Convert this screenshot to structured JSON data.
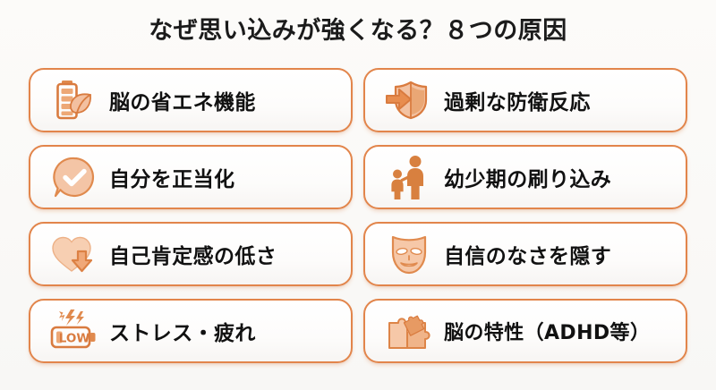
{
  "page": {
    "background_color": "#fbfaf8",
    "accent_color": "#e2854b",
    "icon_fill_light": "#f6c9a8",
    "icon_stroke": "#d97b3f",
    "text_color": "#111111"
  },
  "header": {
    "title": "なぜ思い込みが強くなる？８つの原因"
  },
  "cards": [
    {
      "id": "brain-energy-saving",
      "label": "脳の省エネ機能",
      "icon": "battery-leaf-icon"
    },
    {
      "id": "excessive-defense",
      "label": "過剰な防衛反応",
      "icon": "shield-arrow-icon"
    },
    {
      "id": "self-justification",
      "label": "自分を正当化",
      "icon": "speech-bubble-check-icon"
    },
    {
      "id": "childhood-imprinting",
      "label": "幼少期の刷り込み",
      "icon": "parent-child-icon"
    },
    {
      "id": "low-self-esteem",
      "label": "自己肯定感の低さ",
      "icon": "heart-down-arrow-icon"
    },
    {
      "id": "hiding-insecurity",
      "label": "自信のなさを隠す",
      "icon": "theater-mask-icon"
    },
    {
      "id": "stress-fatigue",
      "label": "ストレス・疲れ",
      "icon": "low-battery-lightning-icon"
    },
    {
      "id": "brain-traits-adhd",
      "label": "脳の特性（ADHD等）",
      "icon": "puzzle-pieces-icon"
    }
  ],
  "icon_labels": {
    "low_battery_text": "LOW"
  }
}
